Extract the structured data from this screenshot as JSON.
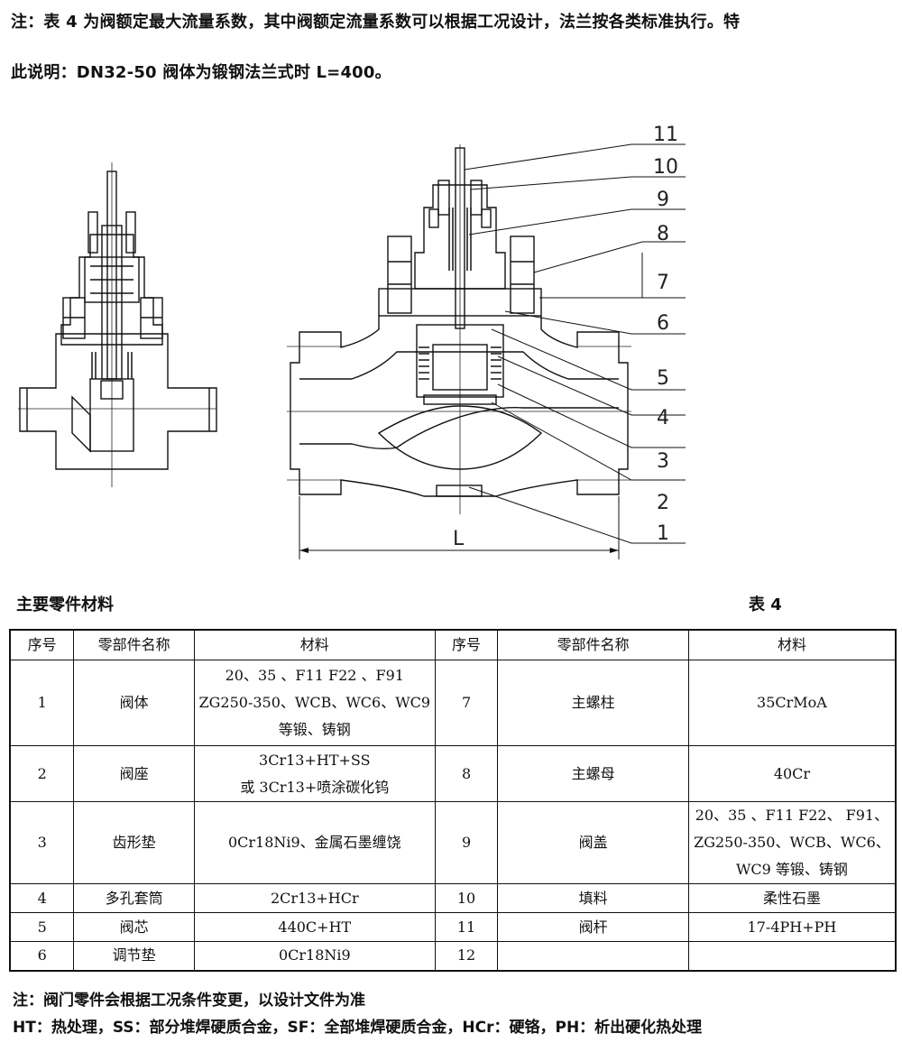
{
  "notes": {
    "line1": "注：表 4 为阀额定最大流量系数，其中阀额定流量系数可以根据工况设计，法兰按各类标准执行。特",
    "line2": "此说明：DN32-50 阀体为锻钢法兰式时 L=400。"
  },
  "drawing": {
    "callouts": [
      "11",
      "10",
      "9",
      "8",
      "7",
      "6",
      "5",
      "4",
      "3",
      "2",
      "1"
    ],
    "dimension_label": "L"
  },
  "table": {
    "title": "主要零件材料",
    "number": "表 4",
    "headers": [
      "序号",
      "零部件名称",
      "材料",
      "序号",
      "零部件名称",
      "材料"
    ],
    "rows": [
      {
        "no_a": "1",
        "name_a": "阀体",
        "mat_a": [
          "20、35 、F11 F22 、F91",
          "ZG250-350、WCB、WC6、WC9",
          "等锻、铸钢"
        ],
        "no_b": "7",
        "name_b": "主螺柱",
        "mat_b": [
          "35CrMoA"
        ]
      },
      {
        "no_a": "2",
        "name_a": "阀座",
        "mat_a": [
          "3Cr13+HT+SS",
          "或 3Cr13+喷涂碳化钨"
        ],
        "no_b": "8",
        "name_b": "主螺母",
        "mat_b": [
          "40Cr"
        ]
      },
      {
        "no_a": "3",
        "name_a": "齿形垫",
        "mat_a": [
          "0Cr18Ni9、金属石墨缠饶"
        ],
        "no_b": "9",
        "name_b": "阀盖",
        "mat_b": [
          "20、35 、F11 F22、 F91、",
          "ZG250-350、WCB、WC6、",
          "WC9 等锻、铸钢"
        ]
      },
      {
        "no_a": "4",
        "name_a": "多孔套筒",
        "mat_a": [
          "2Cr13+HCr"
        ],
        "no_b": "10",
        "name_b": "填料",
        "mat_b": [
          "柔性石墨"
        ]
      },
      {
        "no_a": "5",
        "name_a": "阀芯",
        "mat_a": [
          "440C+HT"
        ],
        "no_b": "11",
        "name_b": "阀杆",
        "mat_b": [
          "17-4PH+PH"
        ]
      },
      {
        "no_a": "6",
        "name_a": "调节垫",
        "mat_a": [
          "0Cr18Ni9"
        ],
        "no_b": "12",
        "name_b": "",
        "mat_b": [
          ""
        ]
      }
    ]
  },
  "footnotes": {
    "line1": "注：阀门零件会根据工况条件变更，以设计文件为准",
    "line2": "HT：热处理，SS：部分堆焊硬质合金，SF：全部堆焊硬质合金，HCr：硬铬，PH：析出硬化热处理"
  }
}
